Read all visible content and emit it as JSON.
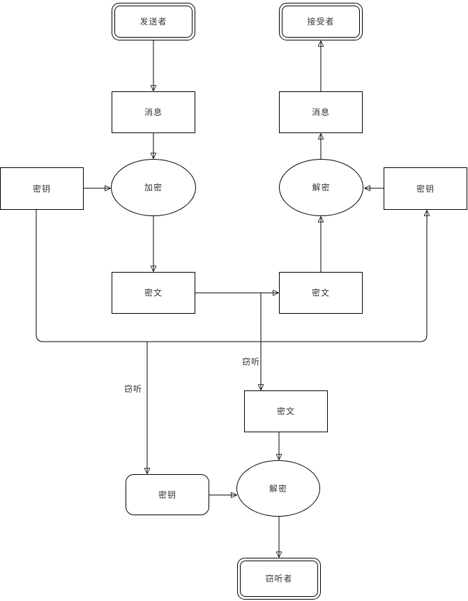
{
  "diagram": {
    "background": "#ffffff",
    "stroke_color": "#000000",
    "text_color": "#333333",
    "nodes": {
      "sender": {
        "label": "发送者",
        "shape": "terminator"
      },
      "receiver": {
        "label": "接受者",
        "shape": "terminator"
      },
      "message_left": {
        "label": "消息",
        "shape": "rect"
      },
      "message_right": {
        "label": "消息",
        "shape": "rect"
      },
      "encrypt": {
        "label": "加密",
        "shape": "ellipse"
      },
      "decrypt": {
        "label": "解密",
        "shape": "ellipse"
      },
      "key_left": {
        "label": "密钥",
        "shape": "rect"
      },
      "key_right": {
        "label": "密钥",
        "shape": "rect"
      },
      "cipher_left": {
        "label": "密文",
        "shape": "rect"
      },
      "cipher_right": {
        "label": "密文",
        "shape": "rect"
      },
      "cipher_tapped": {
        "label": "密文",
        "shape": "rect"
      },
      "key_tapped": {
        "label": "密钥",
        "shape": "rounded-rect"
      },
      "decrypt_tapped": {
        "label": "解密",
        "shape": "ellipse"
      },
      "eavesdropper": {
        "label": "窃听者",
        "shape": "terminator"
      }
    },
    "edge_labels": {
      "eavesdrop_key": {
        "text": "窃听"
      },
      "eavesdrop_cipher": {
        "text": "窃听"
      }
    },
    "edges": [
      {
        "from": "sender",
        "to": "message_left"
      },
      {
        "from": "message_left",
        "to": "encrypt"
      },
      {
        "from": "key_left",
        "to": "encrypt"
      },
      {
        "from": "encrypt",
        "to": "cipher_left"
      },
      {
        "from": "cipher_left",
        "to": "cipher_right"
      },
      {
        "from": "cipher_right",
        "to": "decrypt"
      },
      {
        "from": "decrypt",
        "to": "message_right"
      },
      {
        "from": "message_right",
        "to": "receiver"
      },
      {
        "from": "key_right",
        "to": "decrypt"
      },
      {
        "from": "key_left",
        "to": "key_right"
      },
      {
        "from": "key_left",
        "to": "key_tapped",
        "label": "窃听"
      },
      {
        "from": "cipher_left",
        "to": "cipher_tapped",
        "label": "窃听"
      },
      {
        "from": "cipher_tapped",
        "to": "decrypt_tapped"
      },
      {
        "from": "key_tapped",
        "to": "decrypt_tapped"
      },
      {
        "from": "decrypt_tapped",
        "to": "eavesdropper"
      }
    ]
  }
}
